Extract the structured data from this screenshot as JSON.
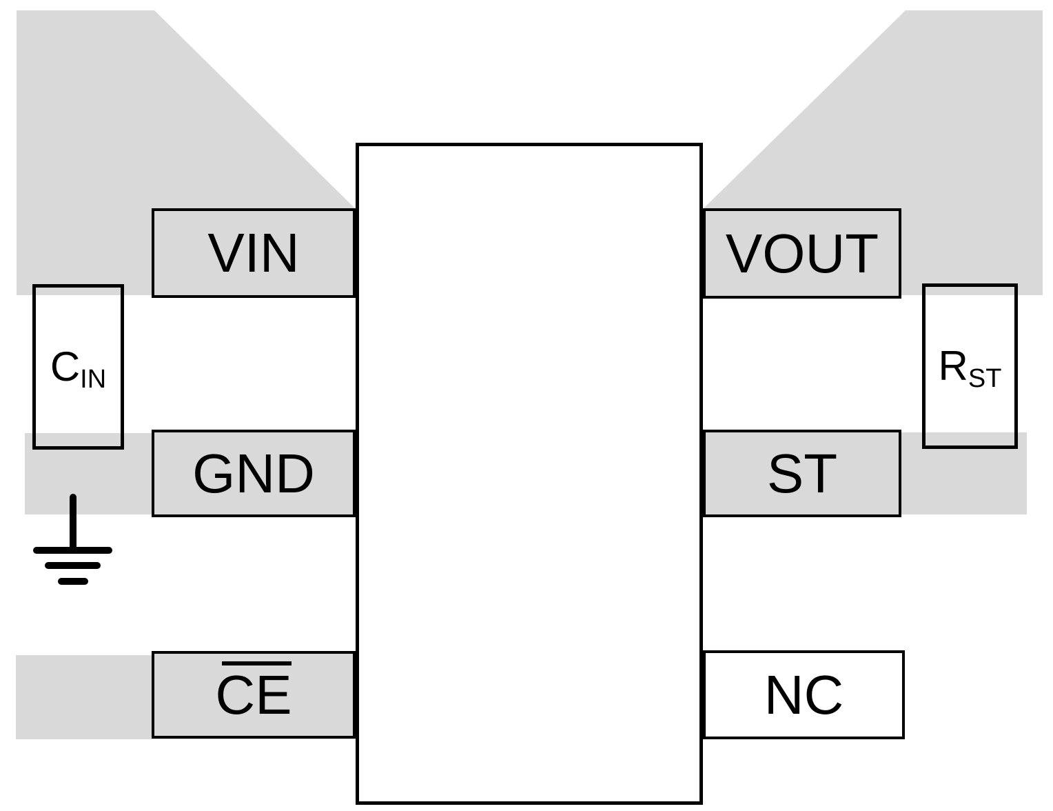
{
  "diagram": {
    "type": "pcb-layout-application-circuit",
    "colors": {
      "copper_fill": "#d9d9d9",
      "outline": "#000000",
      "background": "#ffffff"
    },
    "pins": {
      "vin": {
        "label": "VIN",
        "side": "left",
        "pad": "copper"
      },
      "gnd": {
        "label": "GND",
        "side": "left",
        "pad": "copper"
      },
      "ce": {
        "label": "CE",
        "side": "left",
        "pad": "copper",
        "overline": true
      },
      "vout": {
        "label": "VOUT",
        "side": "right",
        "pad": "copper"
      },
      "st": {
        "label": "ST",
        "side": "right",
        "pad": "copper"
      },
      "nc": {
        "label": "NC",
        "side": "right",
        "pad": "none"
      }
    },
    "components": {
      "cin": {
        "symbol": "C",
        "subscript": "IN"
      },
      "rst": {
        "symbol": "R",
        "subscript": "ST"
      }
    },
    "ground_symbol": "earth-ground"
  }
}
